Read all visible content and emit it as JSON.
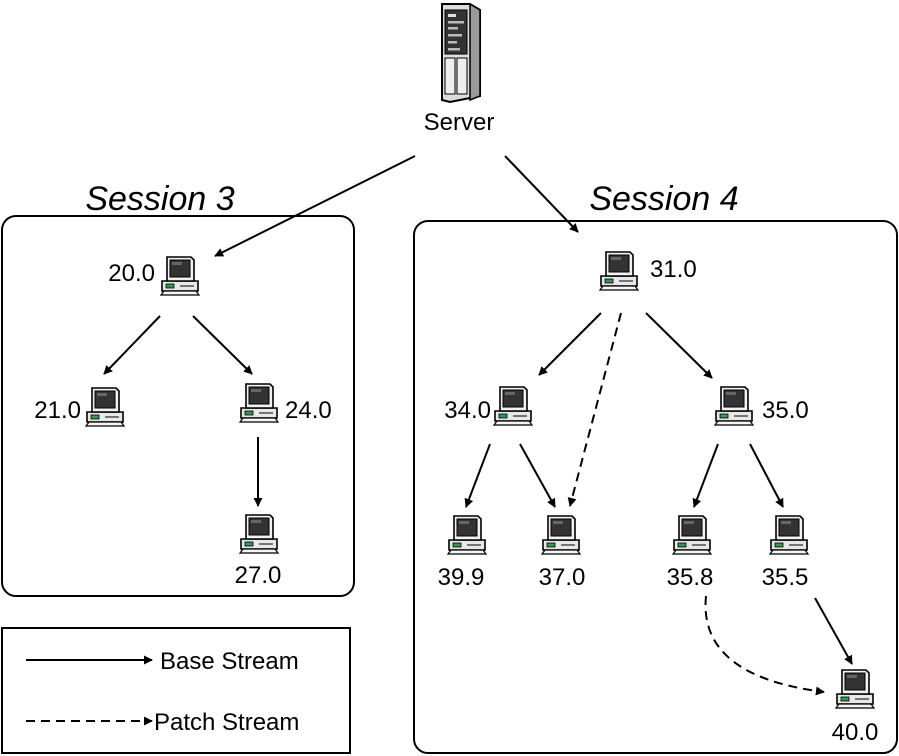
{
  "server": {
    "label": "Server",
    "icon": "server-tower-icon"
  },
  "sessions": [
    {
      "title": "Session 3"
    },
    {
      "title": "Session 4"
    }
  ],
  "nodes": {
    "n20": "20.0",
    "n21": "21.0",
    "n24": "24.0",
    "n27": "27.0",
    "n31": "31.0",
    "n34": "34.0",
    "n35": "35.0",
    "n39": "39.9",
    "n37": "37.0",
    "n358": "35.8",
    "n355": "35.5",
    "n40": "40.0"
  },
  "edges": [
    {
      "from": "server",
      "to": "n20",
      "stream": "base"
    },
    {
      "from": "server",
      "to": "n31",
      "stream": "base"
    },
    {
      "from": "n20",
      "to": "n21",
      "stream": "base"
    },
    {
      "from": "n20",
      "to": "n24",
      "stream": "base"
    },
    {
      "from": "n24",
      "to": "n27",
      "stream": "base"
    },
    {
      "from": "n31",
      "to": "n34",
      "stream": "base"
    },
    {
      "from": "n31",
      "to": "n37",
      "stream": "patch"
    },
    {
      "from": "n31",
      "to": "n35",
      "stream": "base"
    },
    {
      "from": "n34",
      "to": "n39",
      "stream": "base"
    },
    {
      "from": "n34",
      "to": "n37",
      "stream": "base"
    },
    {
      "from": "n35",
      "to": "n358",
      "stream": "base"
    },
    {
      "from": "n35",
      "to": "n355",
      "stream": "base"
    },
    {
      "from": "n355",
      "to": "n40",
      "stream": "base"
    },
    {
      "from": "n358",
      "to": "n40",
      "stream": "patch"
    }
  ],
  "legend": {
    "base": "Base Stream",
    "patch": "Patch Stream"
  },
  "icons": {
    "computer": "computer-icon"
  },
  "colors": {
    "screen": "#333333",
    "led": "#2e9a54",
    "body": "#eeeeee",
    "stroke": "#000000"
  }
}
